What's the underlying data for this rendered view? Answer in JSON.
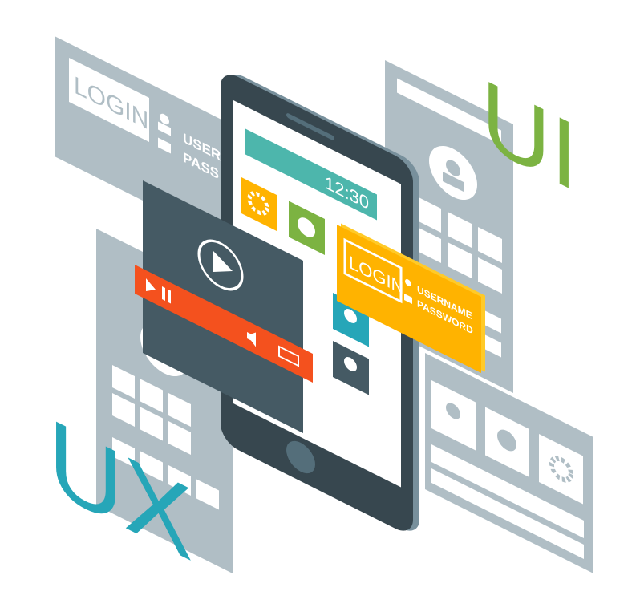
{
  "back_login_panel": {
    "login_label": "LOGIN",
    "user_label": "USER",
    "pass_label": "PASS"
  },
  "phone": {
    "clock": "12:30"
  },
  "login_card": {
    "login_label": "LOGIN",
    "username_label": "USERNAME",
    "password_label": "PASSWORD"
  },
  "headings": {
    "ui": "UI",
    "ux": "UX"
  },
  "colors": {
    "panel": "#b0bec5",
    "phone_body": "#37474f",
    "phone_side": "#78909c",
    "teal": "#26a6b8",
    "orange": "#ffb300",
    "green": "#7cb342",
    "red": "#f4511e",
    "video": "#455a64"
  }
}
